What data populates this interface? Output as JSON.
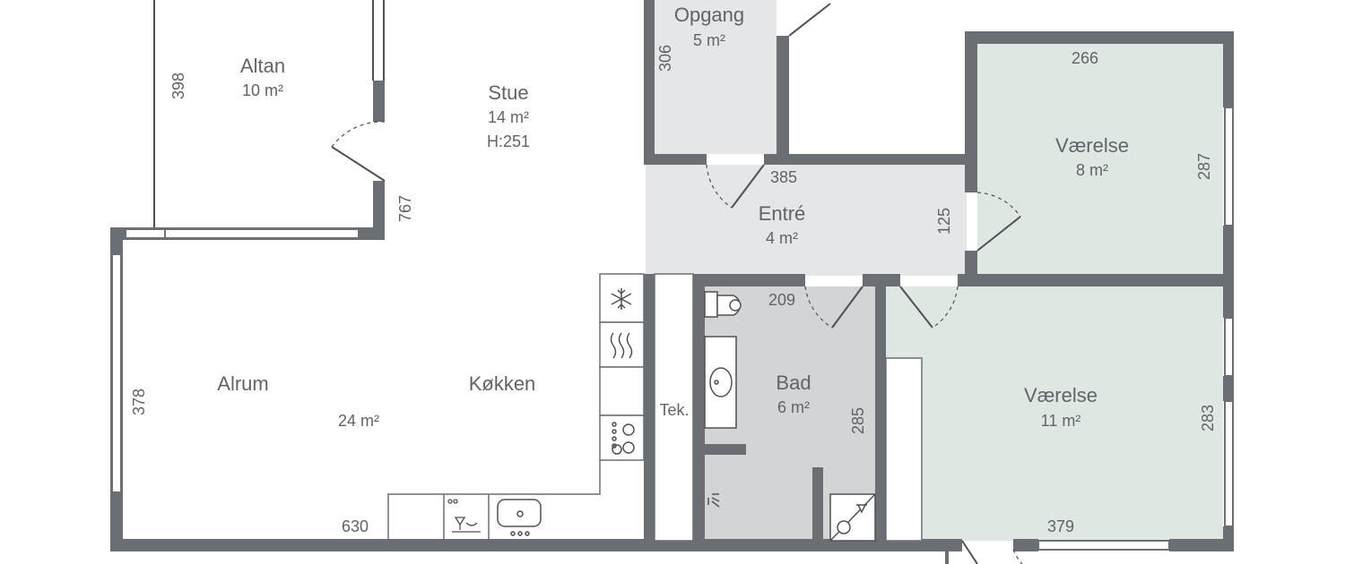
{
  "rooms": {
    "altan": {
      "name": "Altan",
      "area": "10 m²"
    },
    "stue": {
      "name": "Stue",
      "area": "14 m²",
      "height": "H:251"
    },
    "opgang": {
      "name": "Opgang",
      "area": "5 m²"
    },
    "vaerelse1": {
      "name": "Værelse",
      "area": "8 m²"
    },
    "entre": {
      "name": "Entré",
      "area": "4 m²"
    },
    "alrum": {
      "name": "Alrum"
    },
    "kokken": {
      "name": "Køkken"
    },
    "alrum_kokken_area": "24 m²",
    "tek": {
      "name": "Tek."
    },
    "bad": {
      "name": "Bad",
      "area": "6 m²"
    },
    "vaerelse2": {
      "name": "Værelse",
      "area": "11 m²"
    }
  },
  "dimensions": {
    "altan_height": "398",
    "stue_depth": "767",
    "opgang_height": "306",
    "entre_width": "385",
    "entre_height": "125",
    "vaerelse1_width": "266",
    "vaerelse1_height": "287",
    "alrum_height": "378",
    "alrum_width": "630",
    "bad_width": "209",
    "bad_height": "285",
    "vaerelse2_width": "379",
    "vaerelse2_height": "283"
  },
  "colors": {
    "wall": "#6b6e72",
    "entre_fill": "#e5e6e7",
    "bad_fill": "#d3d4d6",
    "bedroom_fill": "#dfe7e2",
    "text": "#5f6469"
  },
  "icons": [
    "freezer-icon",
    "oven-icon",
    "stove-icon",
    "dishwasher-icon",
    "sink-icon",
    "toilet-icon",
    "washbasin-icon",
    "shower-icon",
    "washing-machine-icon"
  ]
}
